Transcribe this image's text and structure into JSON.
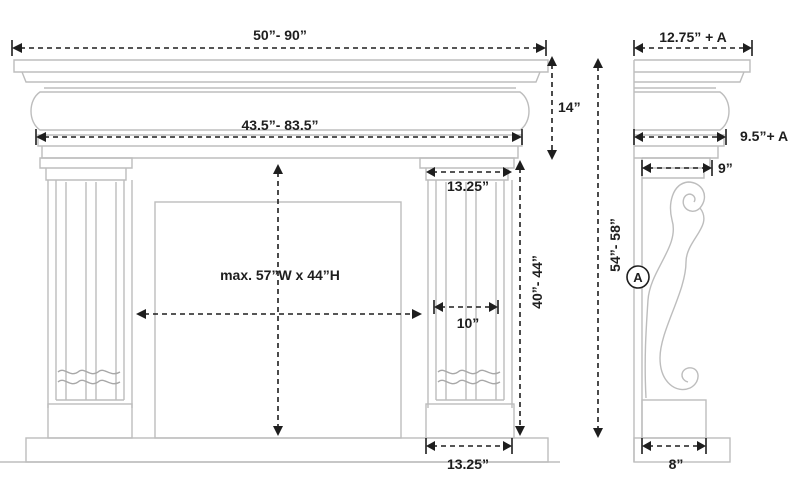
{
  "diagram": {
    "front_view": {
      "overall_width": "50”- 90”",
      "inner_width": "43.5”- 83.5”",
      "mantel_height": "14”",
      "leg_top_width": "13.25”",
      "opening": "max. 57”W x 44”H",
      "leg_inner_width": "10”",
      "leg_height": "40”- 44”",
      "plinth_width": "13.25”",
      "overall_height": "54”- 58”"
    },
    "side_view": {
      "top_depth": "12.75” + A",
      "mid_depth": "9.5”+ A",
      "corbel_depth": "9”",
      "base_depth": "8”",
      "marker": "A"
    }
  },
  "colors": {
    "line": "#bdbdbd",
    "dimension": "#1e1e1e",
    "background": "#ffffff"
  }
}
